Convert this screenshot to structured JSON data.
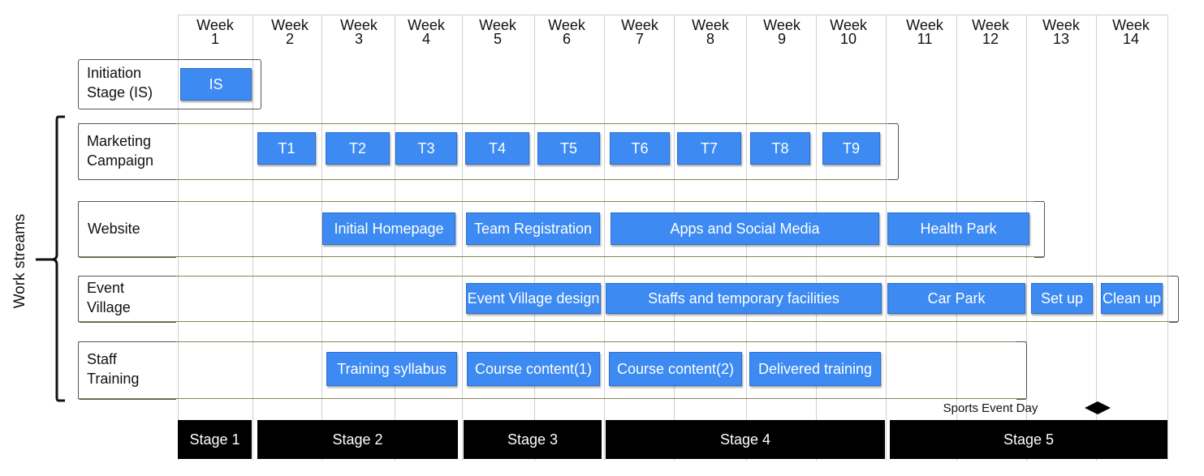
{
  "weeks": [
    "Week\n1",
    "Week\n2",
    "Week\n3",
    "Week\n4",
    "Week\n5",
    "Week\n6",
    "Week\n7",
    "Week\n8",
    "Week\n9",
    "Week\n10",
    "Week\n11",
    "Week\n12",
    "Week\n13",
    "Week\n14"
  ],
  "week_word": "Week",
  "week_numbers": [
    "1",
    "2",
    "3",
    "4",
    "5",
    "6",
    "7",
    "8",
    "9",
    "10",
    "11",
    "12",
    "13",
    "14"
  ],
  "work_streams_label": "Work streams",
  "streams": {
    "initiation": {
      "label_line1": "Initiation",
      "label_line2": "Stage (IS)"
    },
    "marketing": {
      "label_line1": "Marketing",
      "label_line2": "Campaign"
    },
    "website": {
      "label": "Website"
    },
    "event_village": {
      "label_line1": "Event",
      "label_line2": "Village"
    },
    "staff_training": {
      "label_line1": "Staff",
      "label_line2": "Training"
    }
  },
  "tasks": {
    "initiation": [
      "IS"
    ],
    "marketing": [
      "T1",
      "T2",
      "T3",
      "T4",
      "T5",
      "T6",
      "T7",
      "T8",
      "T9"
    ],
    "website": [
      "Initial Homepage",
      "Team Registration",
      "Apps and Social Media",
      "Health Park"
    ],
    "event_village": [
      "Event Village design",
      "Staffs and temporary facilities",
      "Car Park",
      "Set up",
      "Clean up"
    ],
    "staff_training": [
      "Training syllabus",
      "Course content(1)",
      "Course content(2)",
      "Delivered training"
    ]
  },
  "sports_event_day": "Sports Event Day",
  "stages": [
    "Stage 1",
    "Stage 2",
    "Stage 3",
    "Stage 4",
    "Stage 5"
  ],
  "colors": {
    "task_blue": "#3c8af2",
    "stage_bar": "#000000",
    "row_line": "#8a8458"
  }
}
